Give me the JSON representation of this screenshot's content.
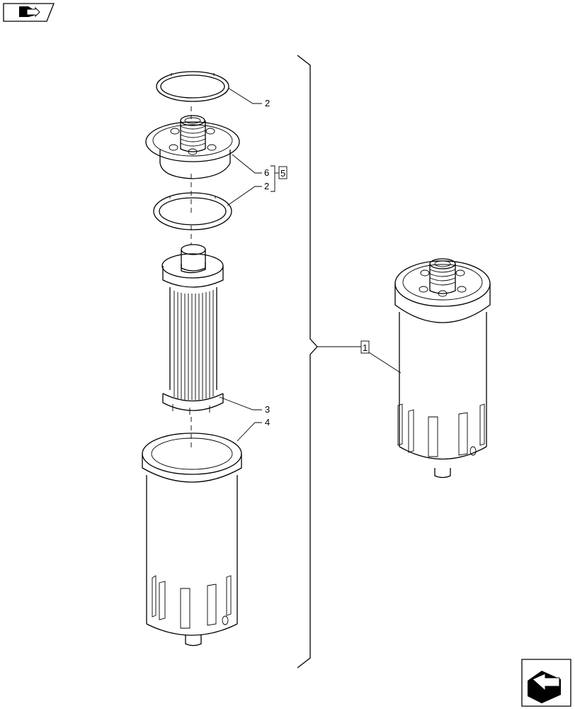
{
  "nav": {
    "prev_icon": "arrow-prev-icon",
    "next_icon": "arrow-next-icon"
  },
  "callouts": {
    "seal_upper": "2",
    "adapter_head": "6",
    "kit_box": "5",
    "seal_lower": "2",
    "filter_element": "3",
    "filter_bowl": "4",
    "assembly_box": "1"
  },
  "colors": {
    "line": "#000000",
    "background": "#ffffff"
  }
}
